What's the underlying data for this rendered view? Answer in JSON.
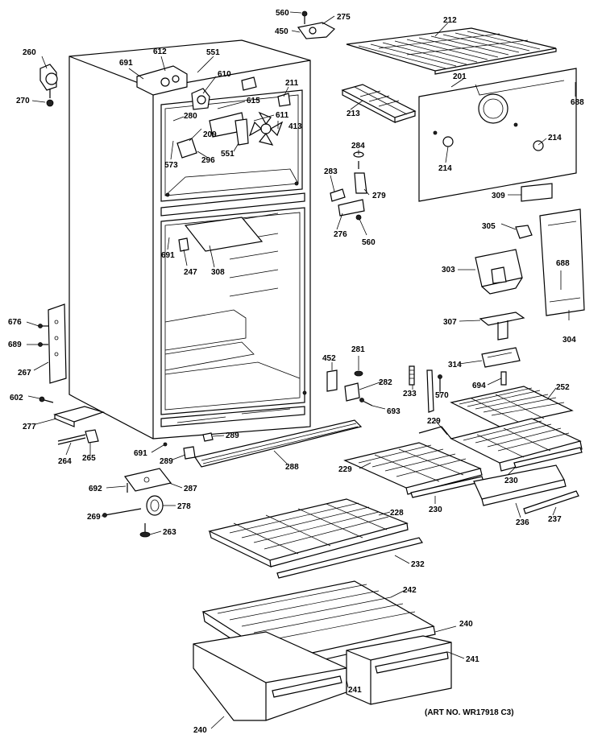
{
  "art_number": "(ART NO. WR17918 C3)",
  "part_labels": [
    "560",
    "450",
    "275",
    "212",
    "260",
    "270",
    "691",
    "612",
    "551",
    "610",
    "211",
    "615",
    "611",
    "201",
    "688",
    "213",
    "280",
    "209",
    "573",
    "296",
    "551",
    "413",
    "214",
    "214",
    "284",
    "283",
    "279",
    "309",
    "276",
    "560",
    "305",
    "691",
    "247",
    "308",
    "303",
    "688",
    "676",
    "689",
    "267",
    "307",
    "304",
    "452",
    "281",
    "314",
    "694",
    "282",
    "233",
    "570",
    "693",
    "252",
    "602",
    "277",
    "229",
    "229",
    "264",
    "265",
    "691",
    "289",
    "289",
    "288",
    "230",
    "230",
    "236",
    "237",
    "692",
    "287",
    "269",
    "278",
    "263",
    "228",
    "232",
    "242",
    "240",
    "241",
    "241",
    "240"
  ]
}
